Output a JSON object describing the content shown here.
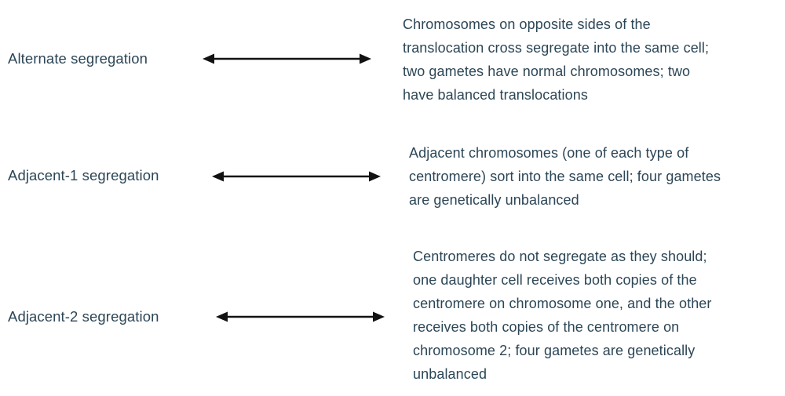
{
  "colors": {
    "background": "#ffffff",
    "text": "#2c4656",
    "arrow": "#121212"
  },
  "rows": [
    {
      "term": "Alternate segregation",
      "definition": "Chromosomes on opposite sides of the\ntranslocation cross segregate into the same cell;\ntwo gametes have normal chromosomes; two\nhave balanced translocations"
    },
    {
      "term": "Adjacent-1 segregation",
      "definition": "Adjacent chromosomes (one of each type of\ncentromere) sort into the same cell; four gametes\nare genetically unbalanced"
    },
    {
      "term": "Adjacent-2 segregation",
      "definition": "Centromeres do not segregate as they should;\none daughter cell receives both copies of the\ncentromere on chromosome one, and the other\nreceives both copies of the centromere on\nchromosome 2; four gametes are genetically\nunbalanced"
    }
  ]
}
